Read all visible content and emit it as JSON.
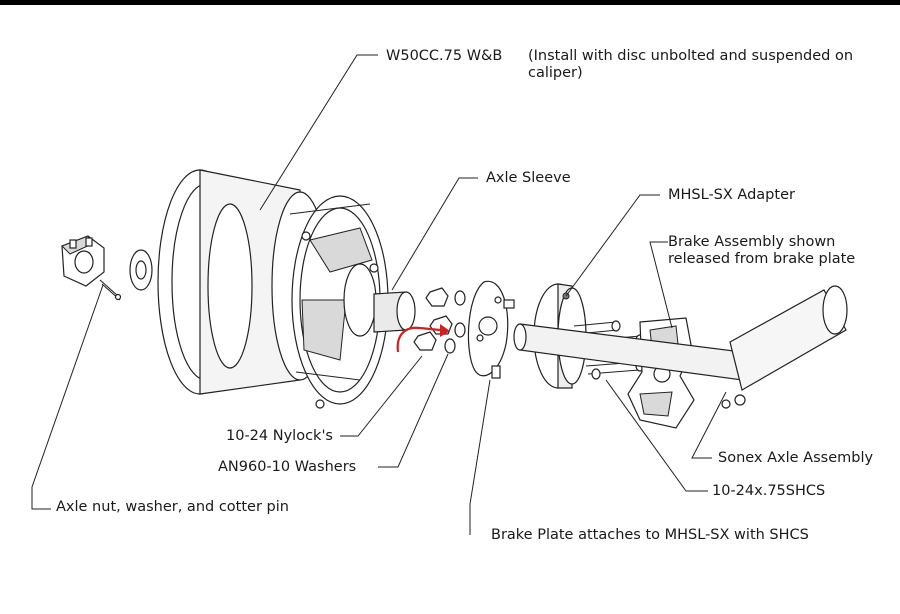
{
  "labels": {
    "wheel_brake": "W50CC.75 W&B",
    "wheel_brake_note": "(Install with disc unbolted and suspended on caliper)",
    "axle_sleeve": "Axle Sleeve",
    "adapter": "MHSL-SX Adapter",
    "brake_assembly": "Brake Assembly shown released from brake plate",
    "nylocks": "10-24 Nylock's",
    "washers": "AN960-10 Washers",
    "axle_nut": "Axle nut, washer, and cotter pin",
    "sonex_axle": "Sonex Axle Assembly",
    "shcs": "10-24x.75SHCS",
    "brake_plate": "Brake Plate attaches to MHSL-SX with SHCS"
  },
  "colors": {
    "arrow": "#d22020",
    "line": "#222222"
  }
}
